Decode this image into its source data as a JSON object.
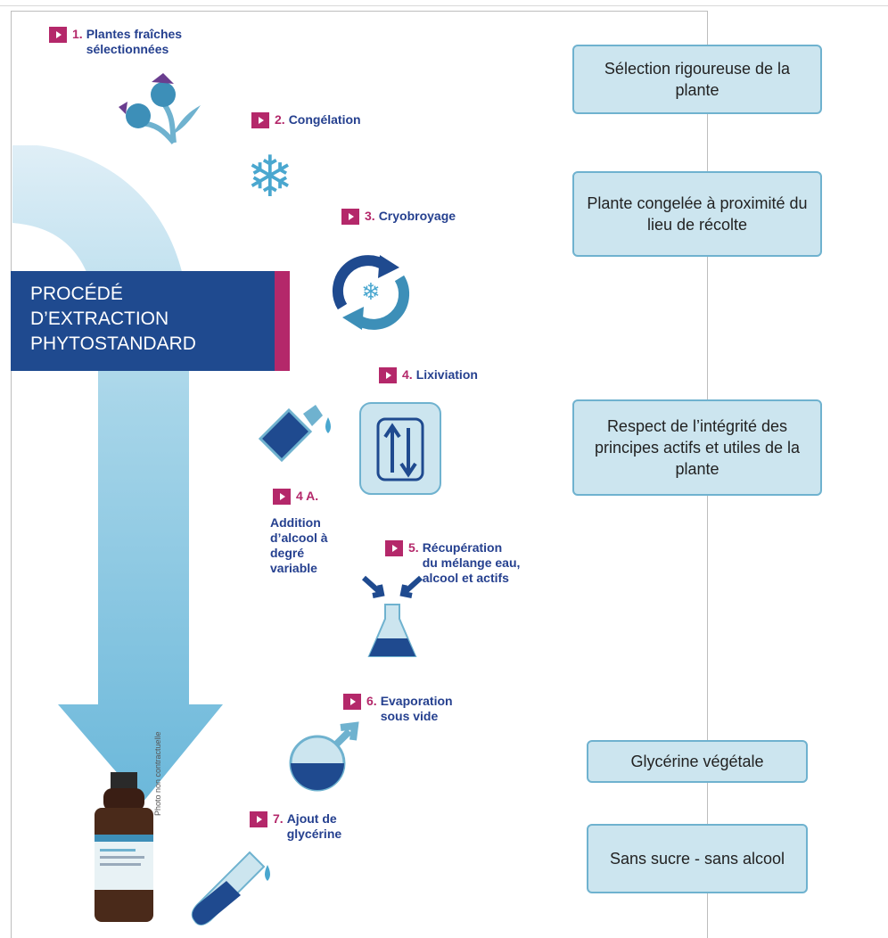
{
  "banner": {
    "line1": "PROCÉDÉ",
    "line2": "D’EXTRACTION",
    "line3": "PHYTOSTANDARD"
  },
  "steps": [
    {
      "num": "1.",
      "text": "Plantes fraîches sélectionnées",
      "icon": "thistle-plant-icon"
    },
    {
      "num": "2.",
      "text": "Congélation",
      "icon": "snowflake-icon"
    },
    {
      "num": "3.",
      "text": "Cryobroyage",
      "icon": "rotation-arrows-snowflake-icon"
    },
    {
      "num": "4.",
      "text": "Lixiviation",
      "icon": "up-down-arrows-icon"
    },
    {
      "num": "4 A.",
      "text": "Addition d’alcool à degré variable",
      "icon": "flask-pouring-icon"
    },
    {
      "num": "5.",
      "text": "Récupération du mélange eau, alcool et actifs",
      "icon": "erlenmeyer-flask-icon"
    },
    {
      "num": "6.",
      "text": "Evaporation sous vide",
      "icon": "round-flask-icon"
    },
    {
      "num": "7.",
      "text": "Ajout de glycérine",
      "icon": "test-tube-icon"
    }
  ],
  "benefits": [
    "Sélection rigoureuse de la plante",
    "Plante congelée à proximité du lieu de récolte",
    "Respect de l’intégrité des principes actifs et utiles de la plante",
    "Glycérine végétale",
    "Sans sucre - sans alcool"
  ],
  "photo_note": "Photo non contractuelle",
  "colors": {
    "accent_magenta": "#b4286a",
    "navy": "#1f4a8f",
    "light_blue": "#cce5ef",
    "box_border": "#6fb2cf",
    "arrow_blue": "#7cc0dd"
  }
}
